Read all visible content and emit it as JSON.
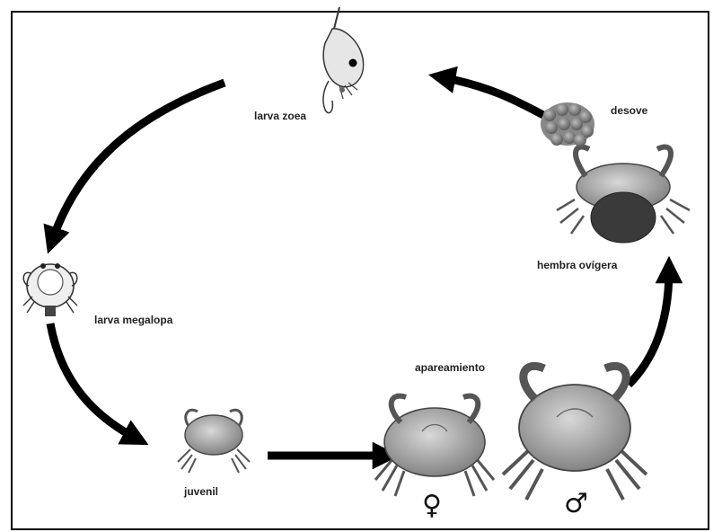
{
  "stages": [
    {
      "id": "zoea",
      "label": "larva zoea"
    },
    {
      "id": "megalopa",
      "label": "larva megalopa"
    },
    {
      "id": "juvenile",
      "label": "juvenil"
    },
    {
      "id": "mating",
      "label": "apareamiento"
    },
    {
      "id": "ovigerous",
      "label": "hembra ovígera"
    },
    {
      "id": "spawning",
      "label": "desove"
    }
  ],
  "symbols": {
    "female": "♀",
    "male": "♂"
  },
  "colors": {
    "arrow": "#000000",
    "crab_shell": "#9a9a9a",
    "crab_dark": "#3a3a3a",
    "egg": "#777777"
  }
}
